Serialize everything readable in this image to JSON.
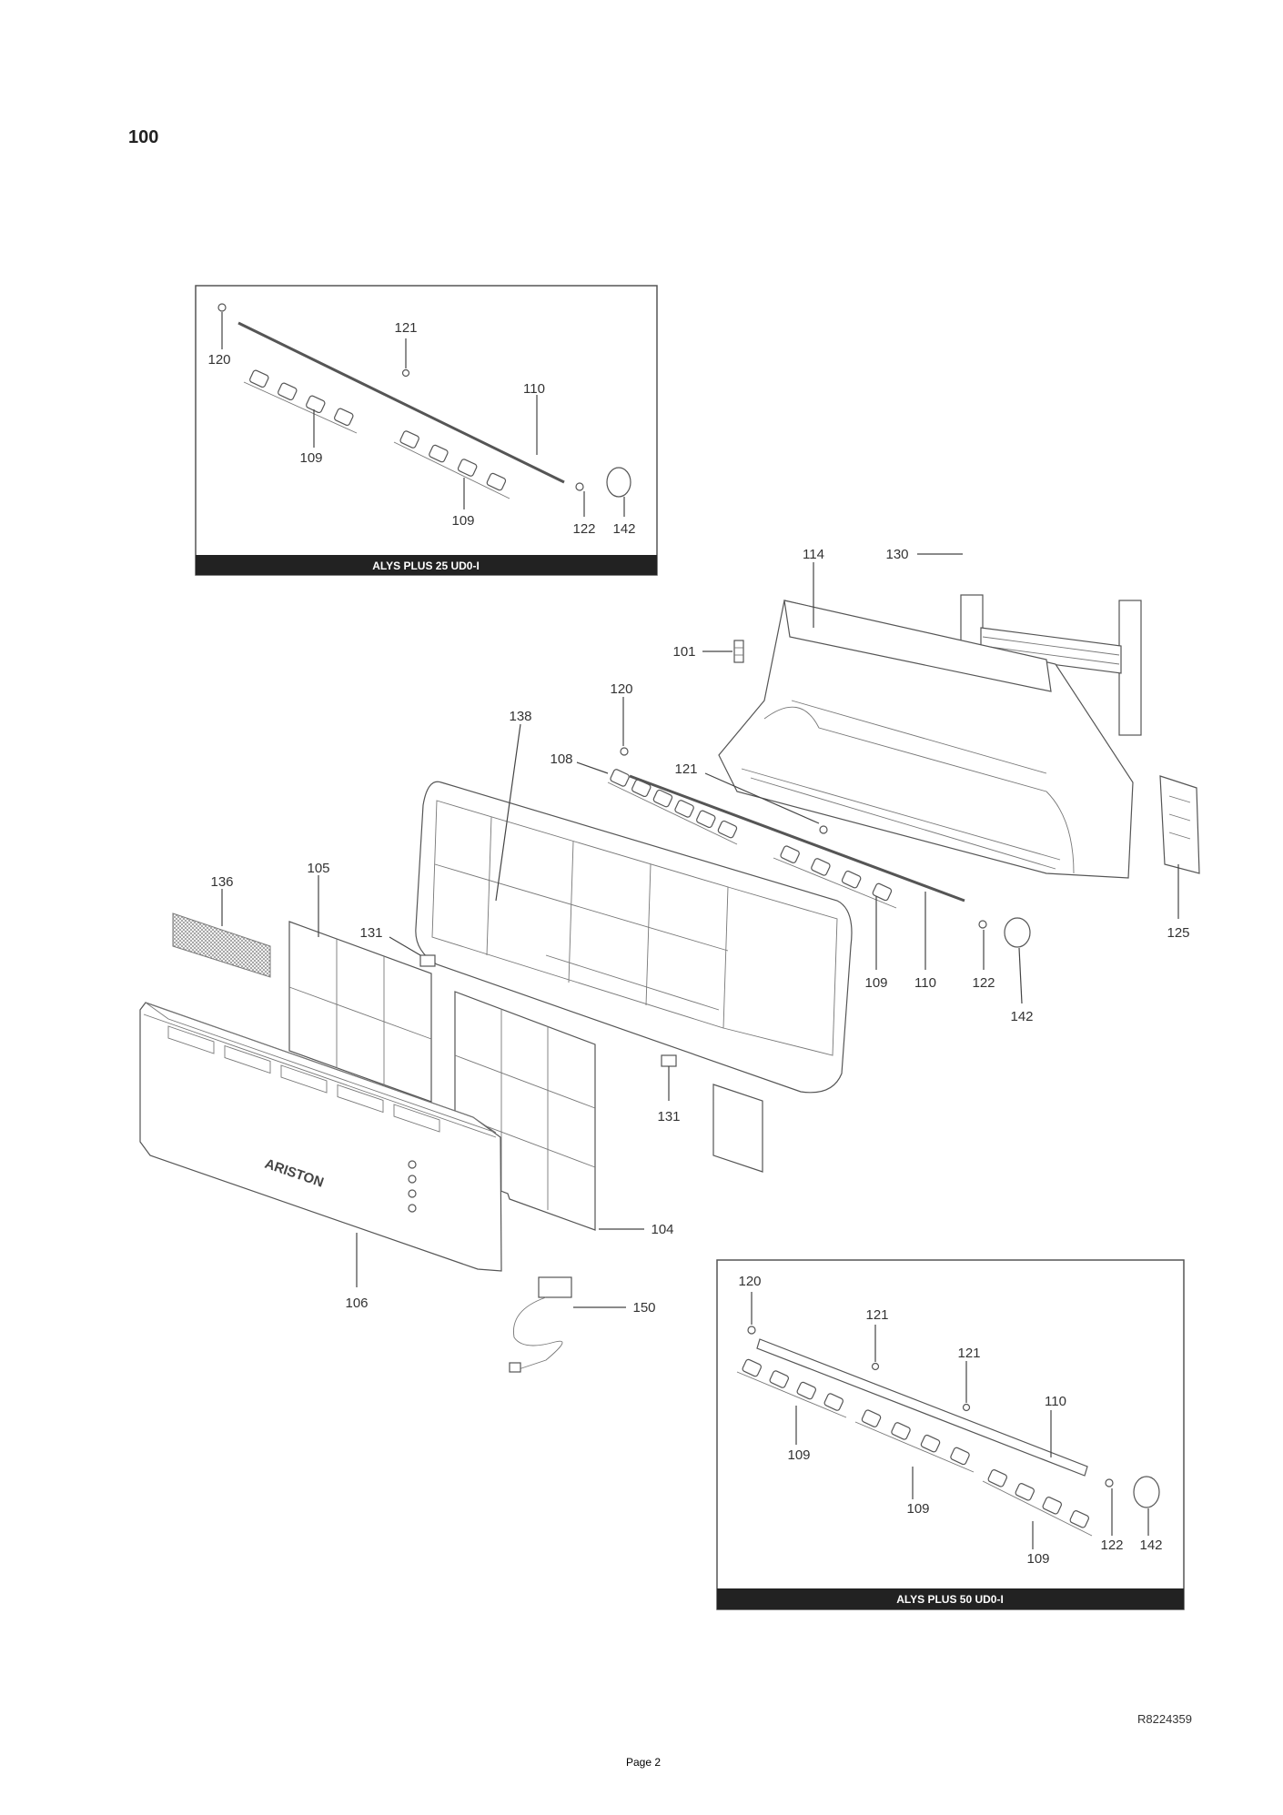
{
  "section_number": "100",
  "reference_code": "R8224359",
  "page_label": "Page 2",
  "brand_logo_text": "ARISTON",
  "inset_25": {
    "title": "ALYS PLUS 25 UD0-I",
    "labels": {
      "l120": "120",
      "l121": "121",
      "l110": "110",
      "l109a": "109",
      "l109b": "109",
      "l122": "122",
      "l142": "142"
    }
  },
  "inset_50": {
    "title": "ALYS PLUS 50 UD0-I",
    "labels": {
      "l120": "120",
      "l121a": "121",
      "l121b": "121",
      "l110": "110",
      "l109a": "109",
      "l109b": "109",
      "l109c": "109",
      "l122": "122",
      "l142": "142"
    }
  },
  "main": {
    "labels": {
      "l114": "114",
      "l130": "130",
      "l101": "101",
      "l120": "120",
      "l138": "138",
      "l108": "108",
      "l121": "121",
      "l105": "105",
      "l136": "136",
      "l131a": "131",
      "l125": "125",
      "l109": "109",
      "l110": "110",
      "l122": "122",
      "l142": "142",
      "l131b": "131",
      "l104": "104",
      "l106": "106",
      "l150": "150"
    }
  },
  "colors": {
    "title_bar": "#222222",
    "line": "#444444"
  }
}
